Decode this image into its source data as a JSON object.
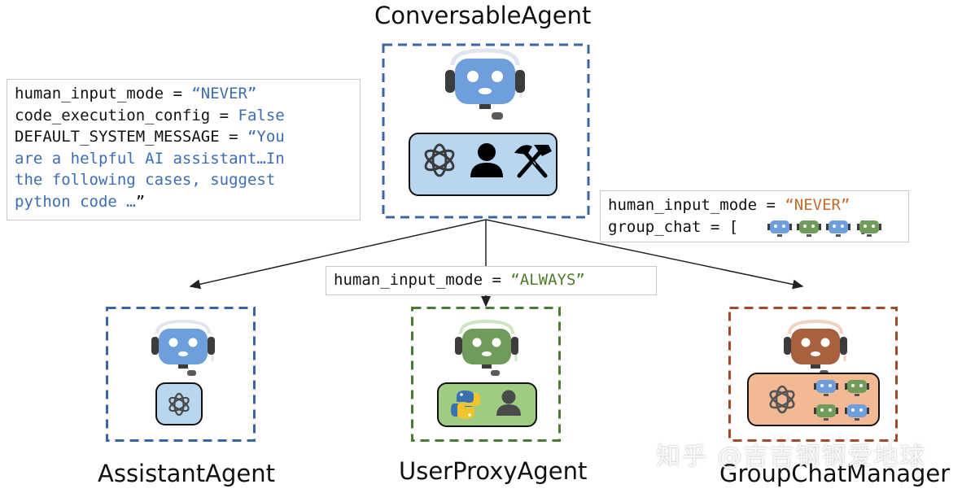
{
  "agents": {
    "conversable": {
      "title": "ConversableAgent",
      "color": "#3b64a8",
      "robot_color": "#6e9fdc"
    },
    "assistant": {
      "title": "AssistantAgent",
      "color": "#3b64a8",
      "robot_color": "#6e9fdc"
    },
    "userproxy": {
      "title": "UserProxyAgent",
      "color": "#4a7a34",
      "robot_color": "#6f9c5a"
    },
    "groupchat": {
      "title": "GroupChatManager",
      "color": "#a34a2a",
      "robot_color": "#a8603e"
    }
  },
  "config_main": {
    "line1_key": "human_input_mode = ",
    "line1_val": "“NEVER”",
    "line2_key": "code_execution_config = ",
    "line2_val": "False",
    "line3_key": "DEFAULT_SYSTEM_MESSAGE = ",
    "line3_val": "“You",
    "line4": "are a helpful AI assistant…In",
    "line5": "the following cases, suggest",
    "line6_val": "python code …",
    "line6_end": "”"
  },
  "config_group": {
    "line1_key": "human_input_mode = ",
    "line1_val": "“NEVER”",
    "line2_key": "group_chat = [",
    "line2_end": "]"
  },
  "config_userproxy": {
    "key": "human_input_mode = ",
    "val": "“ALWAYS”"
  },
  "watermark": "知乎 @吉吉钢钢爱地球"
}
